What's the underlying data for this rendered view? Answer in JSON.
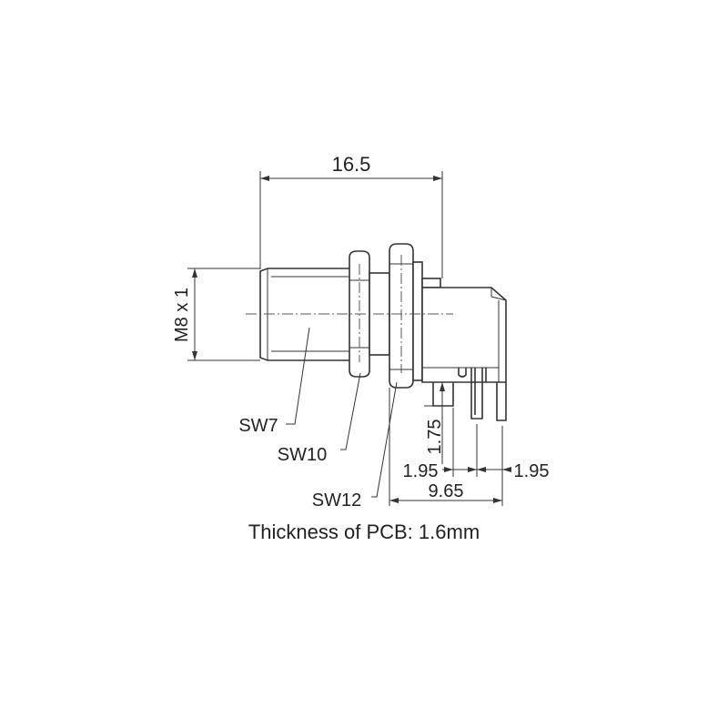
{
  "dimensions": {
    "length": "16.5",
    "thread": "M8 x 1",
    "pin_offset": "1.75",
    "pitch_left": "1.95",
    "pitch_right": "1.95",
    "pin_span": "9.65"
  },
  "labels": {
    "sw7": "SW7",
    "sw10": "SW10",
    "sw12": "SW12"
  },
  "caption": "Thickness of PCB: 1.6mm"
}
